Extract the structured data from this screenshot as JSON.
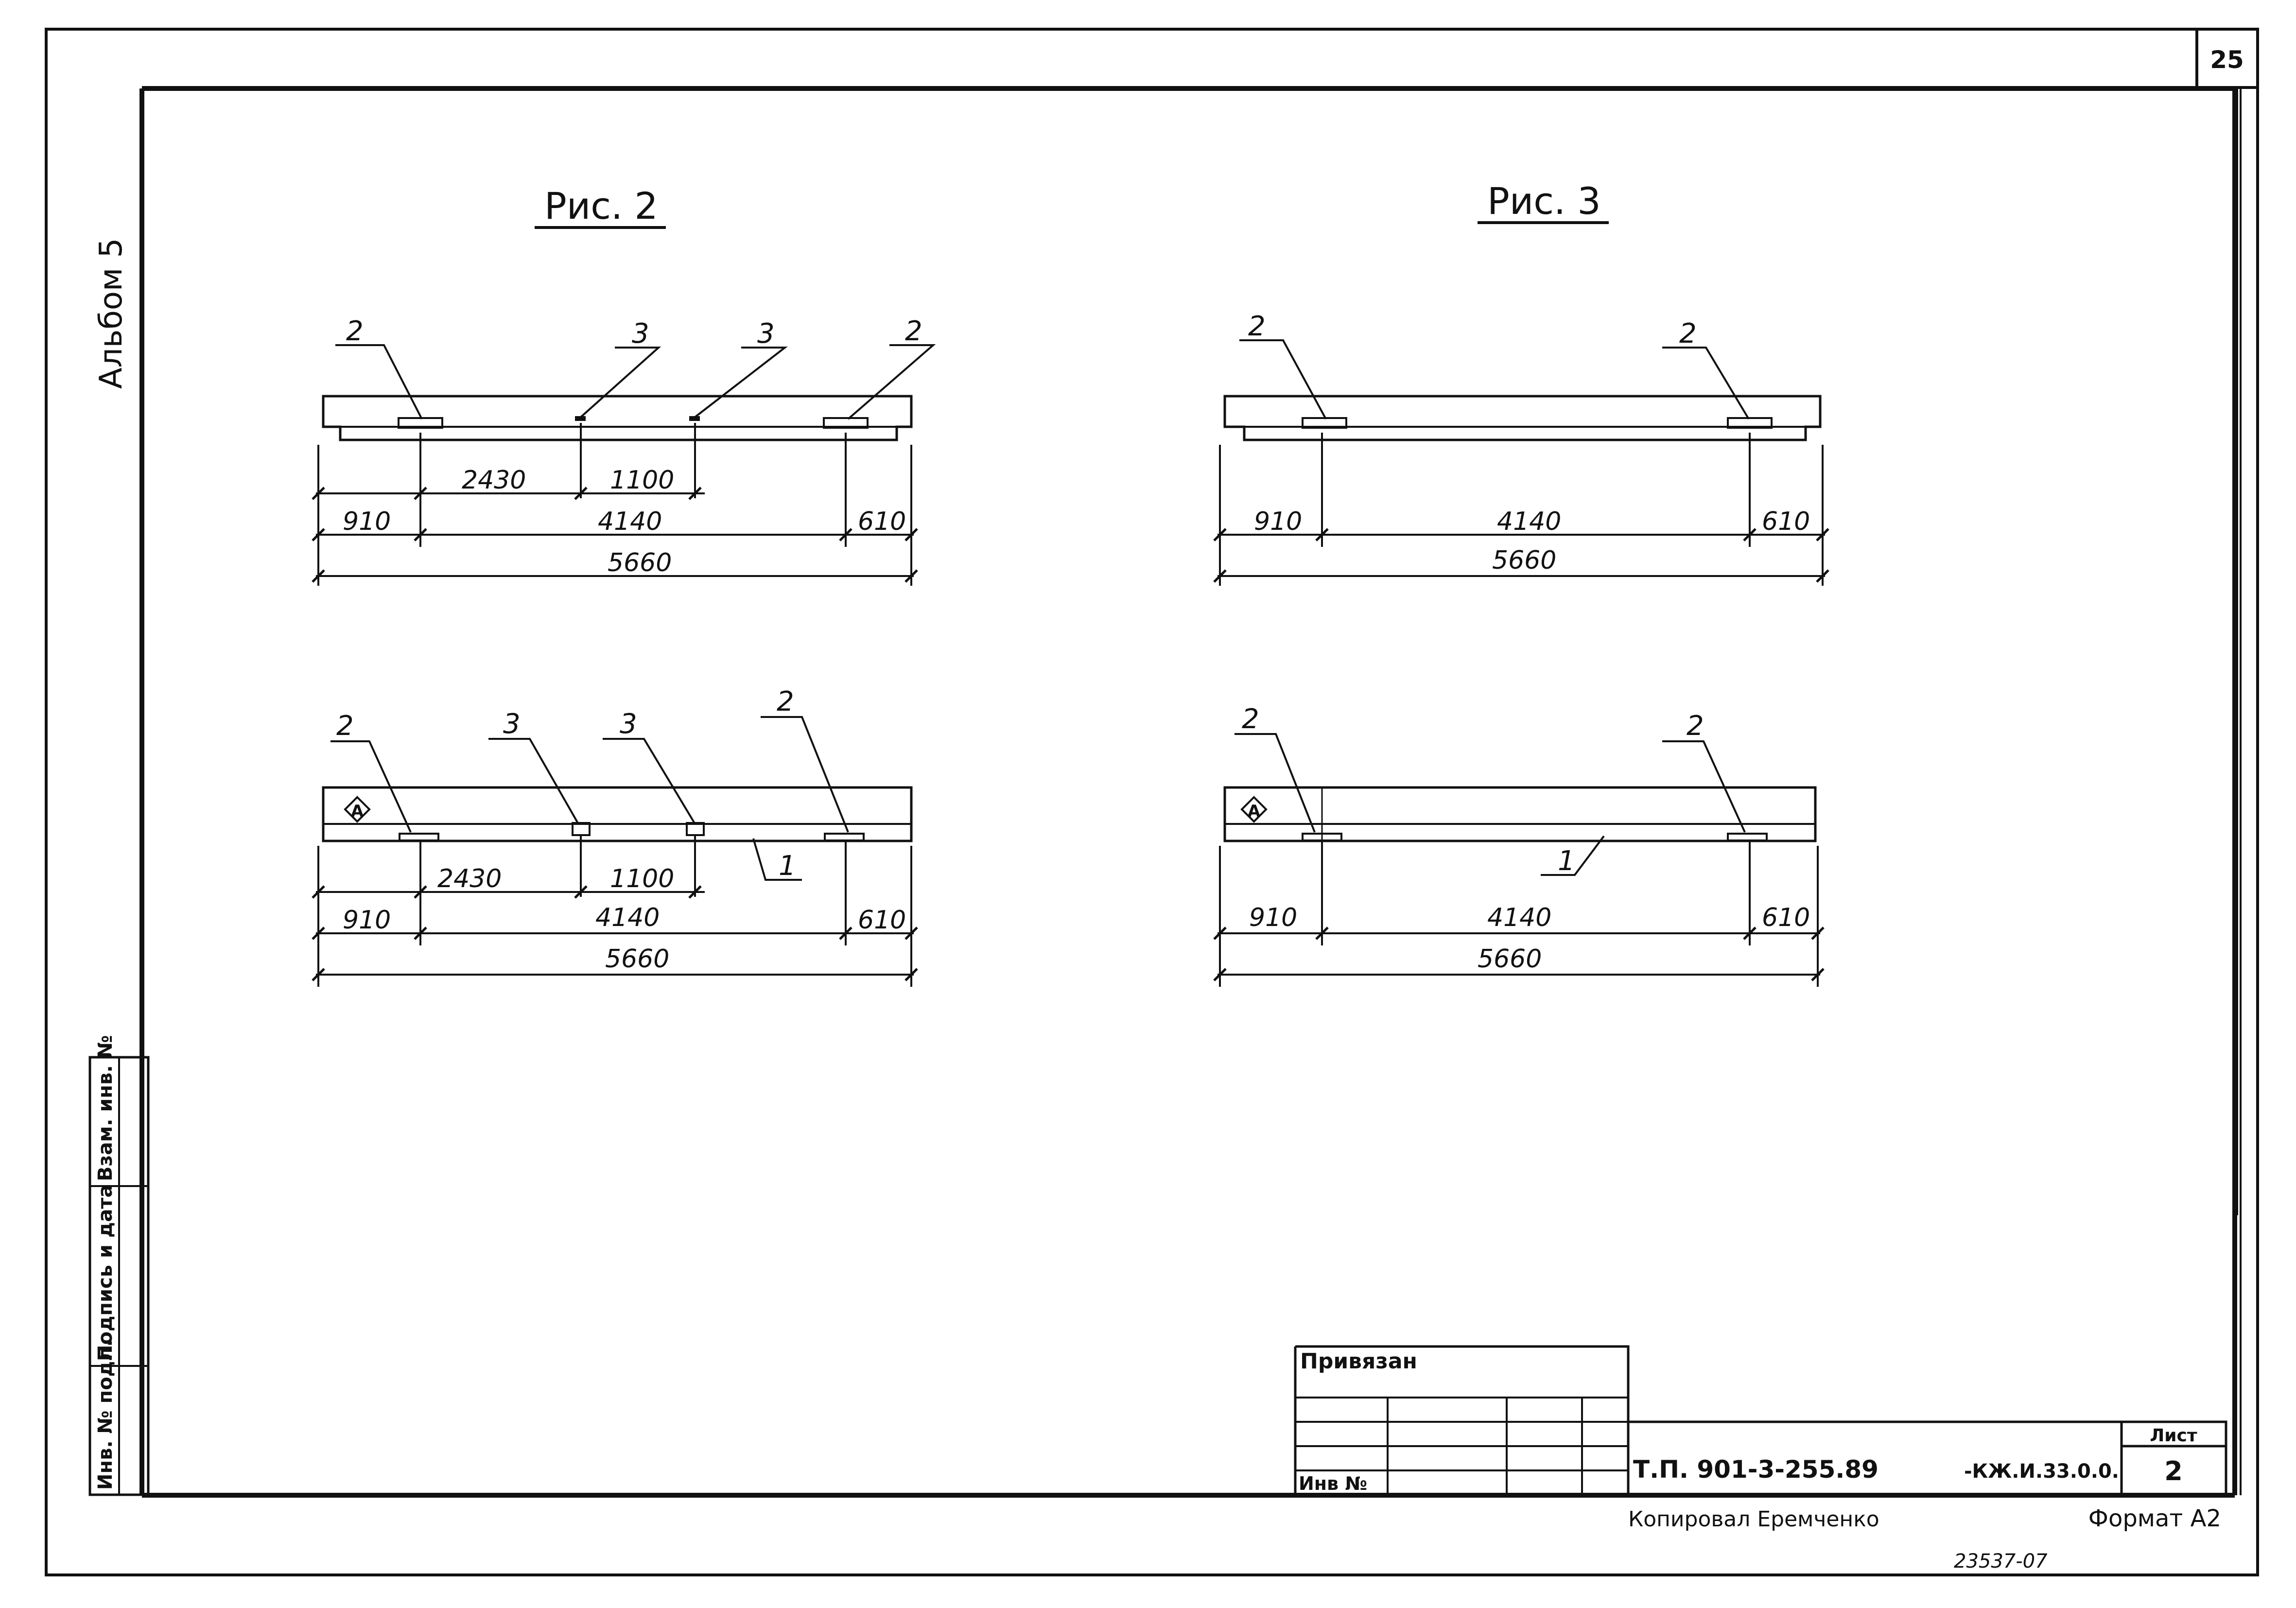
{
  "sheet": {
    "page_number": "25",
    "album": "Альбом 5"
  },
  "figures": [
    {
      "title": "Рис. 2",
      "views": [
        {
          "kind": "elevation",
          "callouts": [
            "2",
            "3",
            "3",
            "2"
          ],
          "dims": {
            "part_a": "2430",
            "part_b": "1100",
            "left": "910",
            "middle": "4140",
            "right": "610",
            "total": "5660"
          }
        },
        {
          "kind": "plan",
          "axis_marker": "А",
          "callouts": [
            "2",
            "3",
            "3",
            "2",
            "1"
          ],
          "dims": {
            "part_a": "2430",
            "part_b": "1100",
            "left": "910",
            "middle": "4140",
            "right": "610",
            "total": "5660"
          }
        }
      ]
    },
    {
      "title": "Рис. 3",
      "views": [
        {
          "kind": "elevation",
          "callouts": [
            "2",
            "2"
          ],
          "dims": {
            "left": "910",
            "middle": "4140",
            "right": "610",
            "total": "5660"
          }
        },
        {
          "kind": "plan",
          "axis_marker": "А",
          "callouts": [
            "2",
            "2",
            "1"
          ],
          "dims": {
            "left": "910",
            "middle": "4140",
            "right": "610",
            "total": "5660"
          }
        }
      ]
    }
  ],
  "side_stamp": [
    "Инв. № подл.",
    "Подпись и дата",
    "Взам. инв. №"
  ],
  "title_block": {
    "privyazan": "Привязан",
    "inv_no": "Инв №",
    "doc_code": "Т.П. 901-3-255.89",
    "doc_suffix": "-КЖ.И.33.0.0.",
    "sheet_label": "Лист",
    "sheet_value": "2",
    "copied_by": "Копировал Еремченко",
    "format": "Формат А2",
    "archive_no": "23537-07"
  }
}
